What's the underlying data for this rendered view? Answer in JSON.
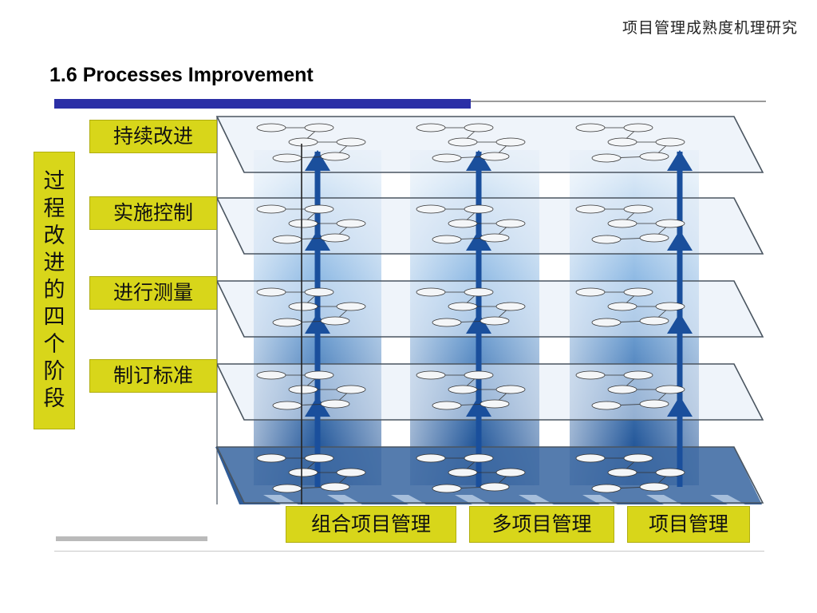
{
  "header": {
    "caption": "项目管理成熟度机理研究",
    "title": "1.6 Processes Improvement"
  },
  "diagram": {
    "vertical_label": [
      "过",
      "程",
      "改",
      "进",
      "的",
      "四",
      "个",
      "阶",
      "段"
    ],
    "stages": [
      "持续改进",
      "实施控制",
      "进行测量",
      "制订标准"
    ],
    "columns": [
      "组合项目管理",
      "多项目管理",
      "项目管理"
    ],
    "colors": {
      "label_bg": "#d8d61a",
      "arrow": "#1a4f9c",
      "column_light": "#d6e8f7",
      "column_dark": "#0b3f86",
      "plane": "#dfe9f3",
      "rule": "#2b2fa6"
    },
    "icons": [
      "arrow-up-icon",
      "process-network-icon"
    ]
  }
}
